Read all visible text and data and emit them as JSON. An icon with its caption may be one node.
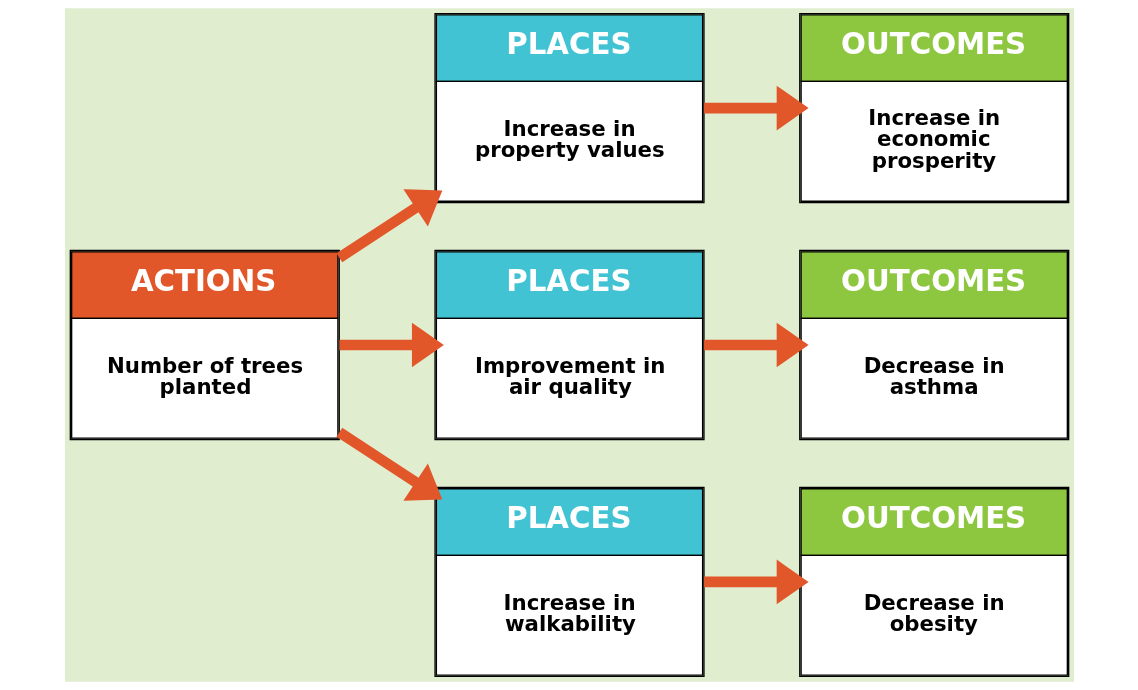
{
  "diagram": {
    "nodes": [
      {
        "text": [
          "ACTIONS",
          "Number of trees planted"
        ]
      },
      {
        "text": [
          "PLACES",
          "Increase in property values"
        ]
      },
      {
        "text": [
          "PLACES",
          "Improvement in air quality"
        ]
      },
      {
        "text": [
          "PLACES",
          "Increase in walkability"
        ]
      },
      {
        "text": [
          "OUTCOMES",
          "Increase in economic prosperity"
        ]
      },
      {
        "text": [
          "OUTCOMES",
          "Decrease in asthma"
        ]
      },
      {
        "text": [
          "OUTCOMES",
          "Decrease in obesity"
        ]
      }
    ],
    "edges": [
      {
        "from": 0,
        "to": 1,
        "arrow": "to"
      },
      {
        "from": 0,
        "to": 2,
        "arrow": "to"
      },
      {
        "from": 0,
        "to": 3,
        "arrow": "to"
      },
      {
        "from": 1,
        "to": 4,
        "arrow": "to"
      },
      {
        "from": 2,
        "to": 5,
        "arrow": "to"
      },
      {
        "from": 3,
        "to": 6,
        "arrow": "to"
      }
    ]
  }
}
